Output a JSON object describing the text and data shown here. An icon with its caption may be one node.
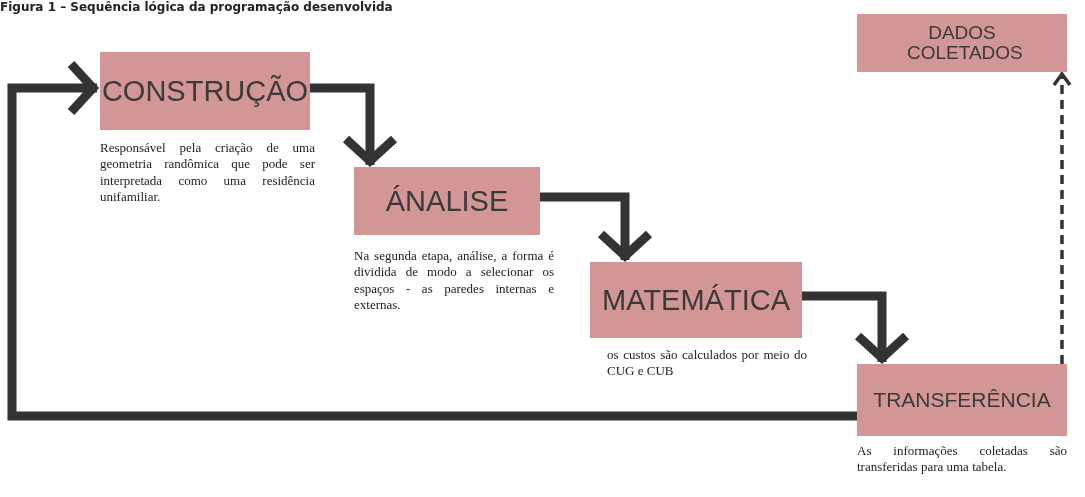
{
  "diagram": {
    "title": "Figura 1 – Sequência lógica da programação desenvolvida",
    "nodes": [
      {
        "text": [
          "CONSTRUÇÃO"
        ],
        "beside": [
          "Responsável pela criação de uma geometria randômica que pode ser interpretada como uma residência unifamiliar."
        ]
      },
      {
        "text": [
          "ÁNALISE"
        ],
        "beside": [
          "Na segunda etapa, análise, a forma é dividida de modo a selecionar os espaços - as paredes internas e externas."
        ]
      },
      {
        "text": [
          "MATEMÁTICA"
        ],
        "beside": [
          "os custos são calculados por meio do CUG e CUB"
        ]
      },
      {
        "text": [
          "TRANSFERÊNCIA"
        ],
        "beside": [
          "As informações coletadas são transferidas para uma tabela."
        ]
      },
      {
        "text": [
          "DADOS COLETADOS"
        ]
      }
    ],
    "edges": [
      {
        "from": 0,
        "to": 1,
        "arrow": "to"
      },
      {
        "from": 1,
        "to": 2,
        "arrow": "to"
      },
      {
        "from": 2,
        "to": 3,
        "arrow": "to"
      },
      {
        "from": 3,
        "to": 0,
        "arrow": "to"
      },
      {
        "from": 3,
        "to": 4,
        "arrow": "to",
        "style": "dashed"
      }
    ]
  }
}
